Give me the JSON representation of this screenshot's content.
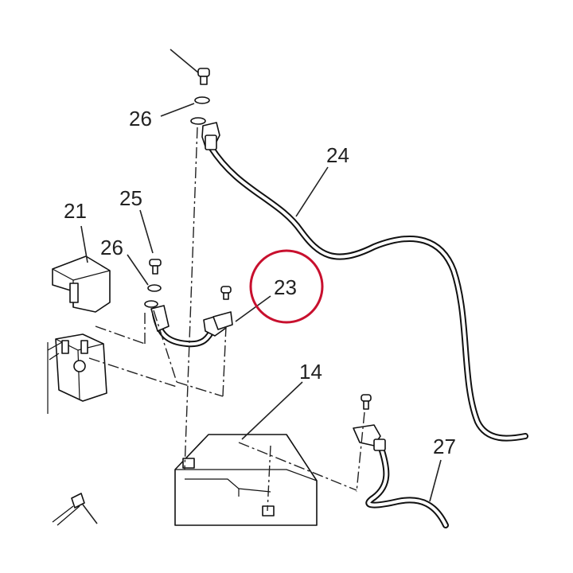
{
  "callouts": {
    "c24": "24",
    "c26_top": "26",
    "c21": "21",
    "c25": "25",
    "c26_mid": "26",
    "c23": "23",
    "c14": "14",
    "c27": "27"
  },
  "colors": {
    "highlight": "#c8102e",
    "ink": "#111111",
    "background": "#ffffff"
  }
}
